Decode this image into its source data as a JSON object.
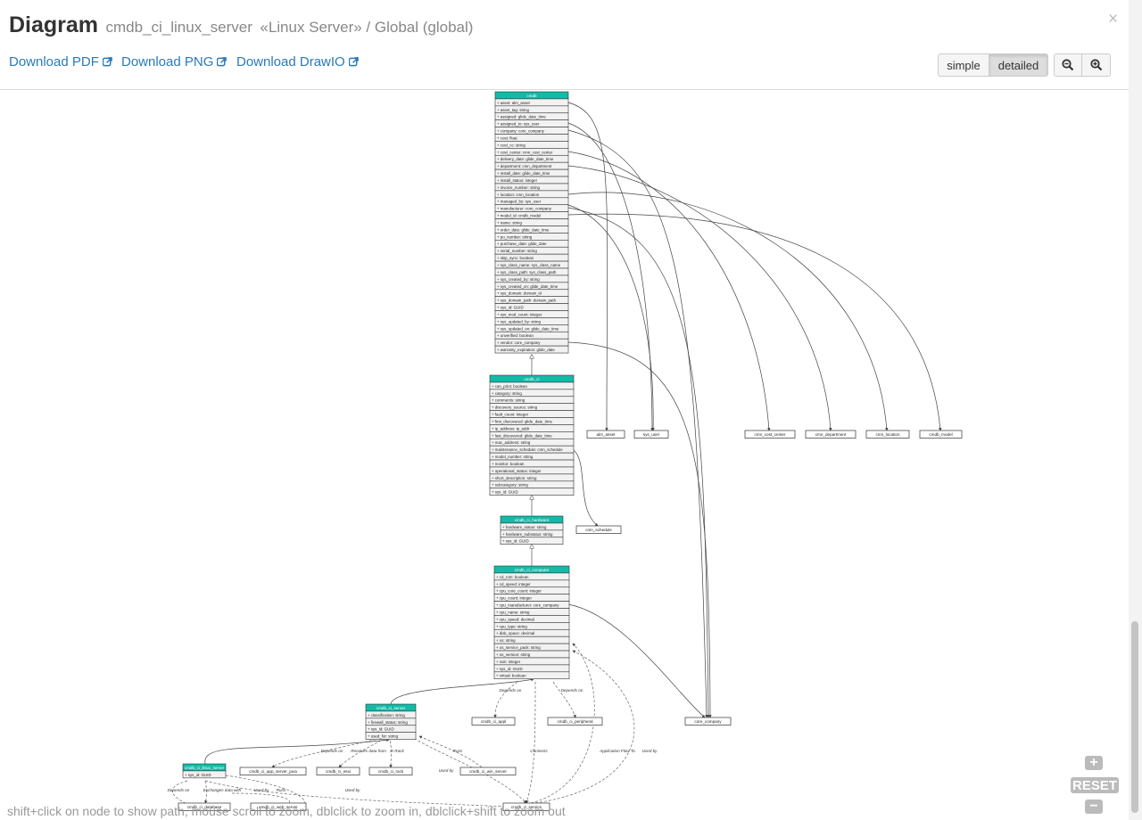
{
  "header": {
    "title": "Diagram",
    "table_name": "cmdb_ci_linux_server",
    "subtitle": "«Linux Server» / Global (global)",
    "close_label": "×"
  },
  "downloads": {
    "pdf": "Download PDF",
    "png": "Download PNG",
    "drawio": "Download DrawIO"
  },
  "view_toggle": {
    "simple": "simple",
    "detailed": "detailed",
    "selected": "detailed"
  },
  "zoom": {
    "in_icon": "zoom-in-icon",
    "out_icon": "zoom-out-icon",
    "plus": "+",
    "reset": "RESET",
    "minus": "−"
  },
  "footer_hint": "shift+click on node to show path, mouse scroll to zoom, dblclick to zoom in, dblclick+shift to zoom out",
  "colors": {
    "header_fill": "#11bba8",
    "link": "#2a7ab8",
    "row_fill": "#f2f2f2"
  },
  "diagram": {
    "nodes": [
      {
        "title": "cmdb",
        "attrs": [
          "+ asset: alm_asset",
          "+ asset_tag: string",
          "+ assigned: glide_date_time",
          "+ assigned_to: sys_user",
          "+ company: core_company",
          "+ cost: float",
          "+ cost_cc: string",
          "+ cost_center: cmn_cost_center",
          "+ delivery_date: glide_date_time",
          "+ department: cmn_department",
          "+ install_date: glide_date_time",
          "+ install_status: integer",
          "+ invoice_number: string",
          "+ location: cmn_location",
          "+ managed_by: sys_user",
          "+ manufacturer: core_company",
          "+ model_id: cmdb_model",
          "+ name: string",
          "+ order_date: glide_date_time",
          "+ po_number: string",
          "+ purchase_date: glide_date",
          "+ serial_number: string",
          "+ skip_sync: boolean",
          "+ sys_class_name: sys_class_name",
          "+ sys_class_path: sys_class_path",
          "+ sys_created_by: string",
          "+ sys_created_on: glide_date_time",
          "+ sys_domain: domain_id",
          "+ sys_domain_path: domain_path",
          "+ sys_id: GUID",
          "+ sys_mod_count: integer",
          "+ sys_updated_by: string",
          "+ sys_updated_on: glide_date_time",
          "+ unverified: boolean",
          "+ vendor: core_company",
          "+ warranty_expiration: glide_date"
        ]
      },
      {
        "title": "cmdb_ci",
        "attrs": [
          "+ can_print: boolean",
          "+ category: string",
          "+ comments: string",
          "+ discovery_source: string",
          "+ fault_count: integer",
          "+ first_discovered: glide_date_time",
          "+ ip_address: ip_addr",
          "+ last_discovered: glide_date_time",
          "+ mac_address: string",
          "+ maintenance_schedule: cmn_schedule",
          "+ model_number: string",
          "+ monitor: boolean",
          "+ operational_status: integer",
          "+ short_description: string",
          "+ subcategory: string",
          "+ sys_id: GUID"
        ]
      },
      {
        "title": "cmdb_ci_hardware",
        "attrs": [
          "+ hardware_status: string",
          "+ hardware_substatus: string",
          "+ sys_id: GUID"
        ]
      },
      {
        "title": "cmdb_ci_computer",
        "attrs": [
          "+ cd_rom: boolean",
          "+ cd_speed: integer",
          "+ cpu_core_count: integer",
          "+ cpu_count: integer",
          "+ cpu_manufacturer: core_company",
          "+ cpu_name: string",
          "+ cpu_speed: decimal",
          "+ cpu_type: string",
          "+ disk_space: decimal",
          "+ os: string",
          "+ os_service_pack: string",
          "+ os_version: string",
          "+ ram: integer",
          "+ sys_id: GUID",
          "+ virtual: boolean"
        ]
      },
      {
        "title": "cmdb_ci_server",
        "attrs": [
          "+ classification: string",
          "+ firewall_status: string",
          "+ sys_id: GUID",
          "+ used_for: string"
        ]
      },
      {
        "title": "cmdb_ci_linux_server",
        "attrs": [
          "+ sys_id: GUID"
        ]
      }
    ],
    "refs": [
      "alm_asset",
      "sys_user",
      "cmn_cost_center",
      "cmn_department",
      "cmn_location",
      "cmdb_model",
      "cmn_schedule",
      "core_company",
      "cmdb_ci_appl",
      "cmdb_ci_peripheral",
      "cmdb_ci_app_server_java",
      "cmdb_ci_esxi",
      "cmdb_ci_rack",
      "cmdb_ci_win_server",
      "cmdb_ci_database",
      "cmdb_ci_web_server",
      "cmdb_ci_service"
    ],
    "edge_labels": [
      "Depends on",
      "Depends on",
      "Depends on",
      "Receives data from",
      "In Rack",
      "Runs",
      "Connects",
      "Application Flow To",
      "Used by",
      "Used by",
      "Depends on",
      "Exchanges data with",
      "Used by",
      "Runs",
      "Used by"
    ]
  }
}
